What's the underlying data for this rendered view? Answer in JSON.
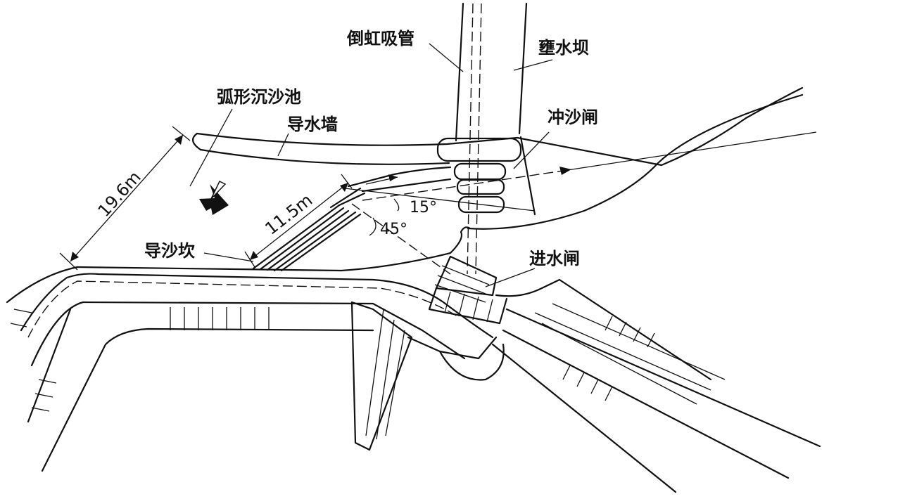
{
  "labels": {
    "inverted_siphon": "倒虹吸管",
    "diversion_dam": "壅水坝",
    "arc_sedimentation_basin": "弧形沉沙池",
    "guide_wall": "导水墙",
    "flushing_sluice": "冲沙闸",
    "sediment_guide_sill": "导沙坎",
    "intake_sluice": "进水闸"
  },
  "dimensions": {
    "basin_width": "19.6m",
    "sill_length": "11.5m"
  },
  "angles": {
    "angle_small": "15°",
    "angle_large": "45°"
  },
  "icons": {
    "flow_direction": "flow-arrow-icon"
  }
}
